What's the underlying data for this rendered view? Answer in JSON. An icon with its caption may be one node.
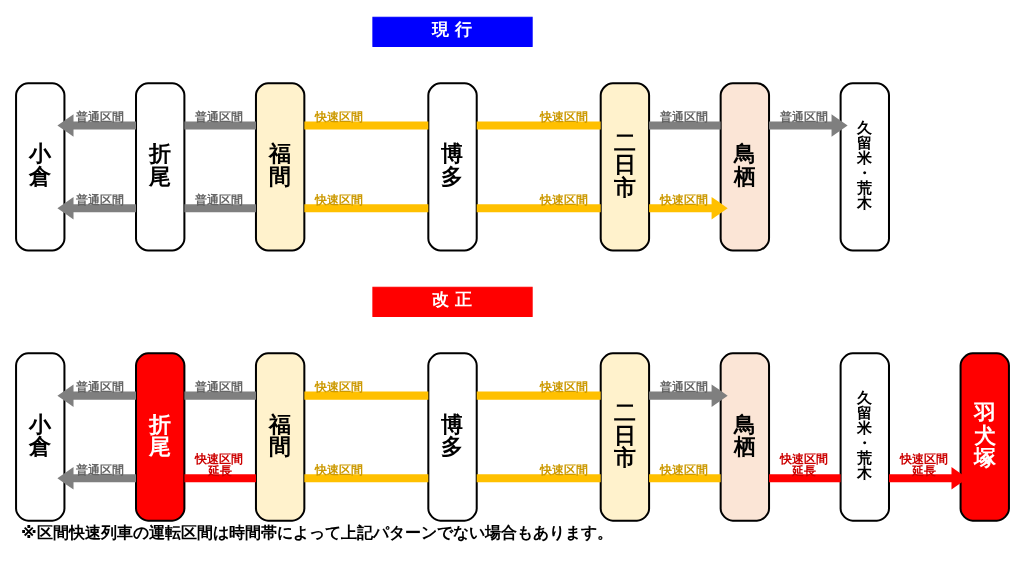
{
  "diagram": {
    "caption": "※区間快速列車の運転区間は時間帯によって上記パターンでない場合もあります。",
    "nodes": [
      {
        "text": [
          "現 行"
        ]
      },
      {
        "text": [
          "小倉"
        ]
      },
      {
        "text": [
          "折尾"
        ]
      },
      {
        "text": [
          "福間"
        ]
      },
      {
        "text": [
          "博多"
        ]
      },
      {
        "text": [
          "二日市"
        ]
      },
      {
        "text": [
          "鳥栖"
        ]
      },
      {
        "text": [
          "久留米・荒木"
        ]
      },
      {
        "text": [
          "改 正"
        ]
      },
      {
        "text": [
          "小倉"
        ]
      },
      {
        "text": [
          "折尾"
        ]
      },
      {
        "text": [
          "福間"
        ]
      },
      {
        "text": [
          "博多"
        ]
      },
      {
        "text": [
          "二日市"
        ]
      },
      {
        "text": [
          "鳥栖"
        ]
      },
      {
        "text": [
          "久留米・荒木"
        ]
      },
      {
        "text": [
          "羽犬塚"
        ]
      }
    ],
    "edges": [
      {
        "from": 2,
        "to": 1,
        "arrow": "to",
        "label": "普通区間",
        "color": "#7f7f7f"
      },
      {
        "from": 2,
        "to": 1,
        "arrow": "to",
        "label": "普通区間",
        "color": "#7f7f7f"
      },
      {
        "from": 2,
        "to": 3,
        "arrow": "none",
        "label": "普通区間",
        "color": "#7f7f7f"
      },
      {
        "from": 2,
        "to": 3,
        "arrow": "none",
        "label": "普通区間",
        "color": "#7f7f7f"
      },
      {
        "from": 3,
        "to": 4,
        "arrow": "none",
        "label": "快速区間",
        "color": "#ffc000"
      },
      {
        "from": 3,
        "to": 4,
        "arrow": "none",
        "label": "快速区間",
        "color": "#ffc000"
      },
      {
        "from": 4,
        "to": 5,
        "arrow": "none",
        "label": "快速区間",
        "color": "#ffc000"
      },
      {
        "from": 4,
        "to": 5,
        "arrow": "none",
        "label": "快速区間",
        "color": "#ffc000"
      },
      {
        "from": 5,
        "to": 6,
        "arrow": "none",
        "label": "普通区間",
        "color": "#7f7f7f"
      },
      {
        "from": 5,
        "to": 6,
        "arrow": "to",
        "label": "快速区間",
        "color": "#ffc000"
      },
      {
        "from": 6,
        "to": 7,
        "arrow": "to",
        "label": "普通区間",
        "color": "#7f7f7f"
      },
      {
        "from": 10,
        "to": 9,
        "arrow": "to",
        "label": "普通区間",
        "color": "#7f7f7f"
      },
      {
        "from": 10,
        "to": 9,
        "arrow": "to",
        "label": "普通区間",
        "color": "#7f7f7f"
      },
      {
        "from": 10,
        "to": 11,
        "arrow": "none",
        "label": "普通区間",
        "color": "#7f7f7f"
      },
      {
        "from": 10,
        "to": 11,
        "arrow": "none",
        "label": "快速区間延長",
        "color": "#ff0000"
      },
      {
        "from": 11,
        "to": 12,
        "arrow": "none",
        "label": "快速区間",
        "color": "#ffc000"
      },
      {
        "from": 11,
        "to": 12,
        "arrow": "none",
        "label": "快速区間",
        "color": "#ffc000"
      },
      {
        "from": 12,
        "to": 13,
        "arrow": "none",
        "label": "快速区間",
        "color": "#ffc000"
      },
      {
        "from": 12,
        "to": 13,
        "arrow": "none",
        "label": "快速区間",
        "color": "#ffc000"
      },
      {
        "from": 13,
        "to": 14,
        "arrow": "to",
        "label": "普通区間",
        "color": "#7f7f7f"
      },
      {
        "from": 13,
        "to": 14,
        "arrow": "none",
        "label": "快速区間",
        "color": "#ffc000"
      },
      {
        "from": 14,
        "to": 15,
        "arrow": "none",
        "label": "快速区間延長",
        "color": "#ff0000"
      },
      {
        "from": 15,
        "to": 16,
        "arrow": "to",
        "label": "快速区間延長",
        "color": "#ff0000"
      }
    ]
  }
}
